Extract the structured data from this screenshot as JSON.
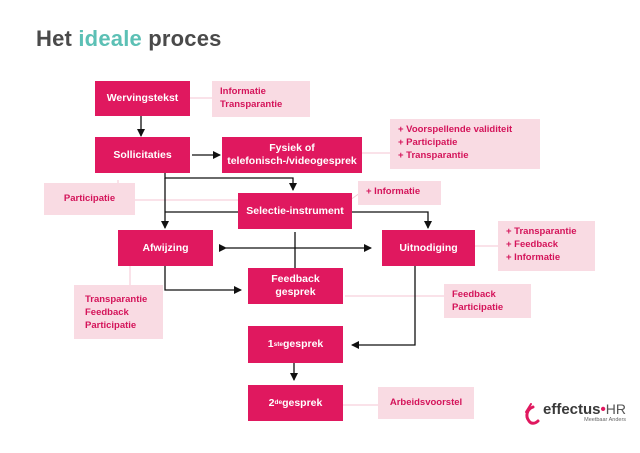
{
  "title": {
    "part1": "Het ",
    "accent": "ideale",
    "part2": " proces"
  },
  "boxes": {
    "wervingstekst": "Wervingstekst",
    "sollicitaties": "Sollicitaties",
    "fysiek": "Fysiek of\ntelefonisch-/videogesprek",
    "selectie": "Selectie-instrument",
    "afwijzing": "Afwijzing",
    "uitnodiging": "Uitnodiging",
    "feedback": "Feedback\ngesprek",
    "gesprek1_num": "1",
    "gesprek1_sup": "ste",
    "gesprek1_text": " gesprek",
    "gesprek2_num": "2",
    "gesprek2_sup": "de",
    "gesprek2_text": " gesprek"
  },
  "notes": {
    "wervingstekst": "Informatie\nTransparantie",
    "fysiek": "+ Voorspellende validiteit\n+ Participatie\n+ Transparantie",
    "sollicitaties": "Participatie",
    "selectie": "+ Informatie",
    "uitnodiging": "+ Transparantie\n+ Feedback\n+ Informatie",
    "afwijzing": "Transparantie\nFeedback\nParticipatie",
    "feedback": "Feedback\nParticipatie",
    "gesprek2": "Arbeidsvoorstel"
  },
  "logo": {
    "main": "effectus",
    "dot": "•",
    "suffix": "HR",
    "tagline": "Meetbaar Anders"
  },
  "colors": {
    "box": "#e0185f",
    "note_bg": "#f9dbe3",
    "note_text": "#d4145a",
    "title_accent": "#5cc0b5",
    "connector_light": "#f4c6d3"
  }
}
